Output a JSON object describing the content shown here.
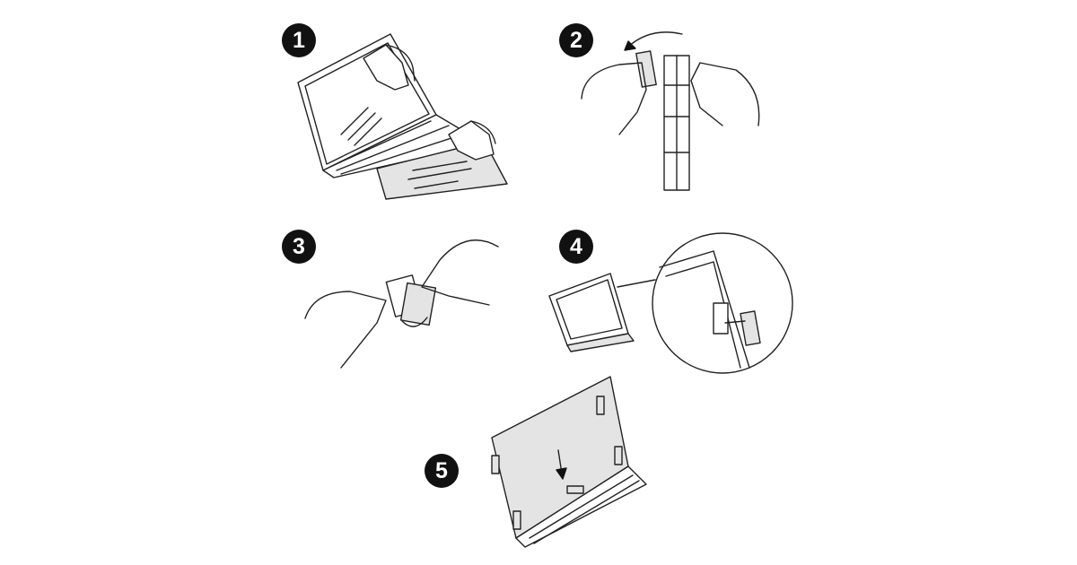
{
  "steps": [
    {
      "number": "1"
    },
    {
      "number": "2"
    },
    {
      "number": "3"
    },
    {
      "number": "4"
    },
    {
      "number": "5"
    }
  ],
  "colors": {
    "badge": "#111111",
    "filter": "#e4e4e4",
    "line": "#222222"
  }
}
